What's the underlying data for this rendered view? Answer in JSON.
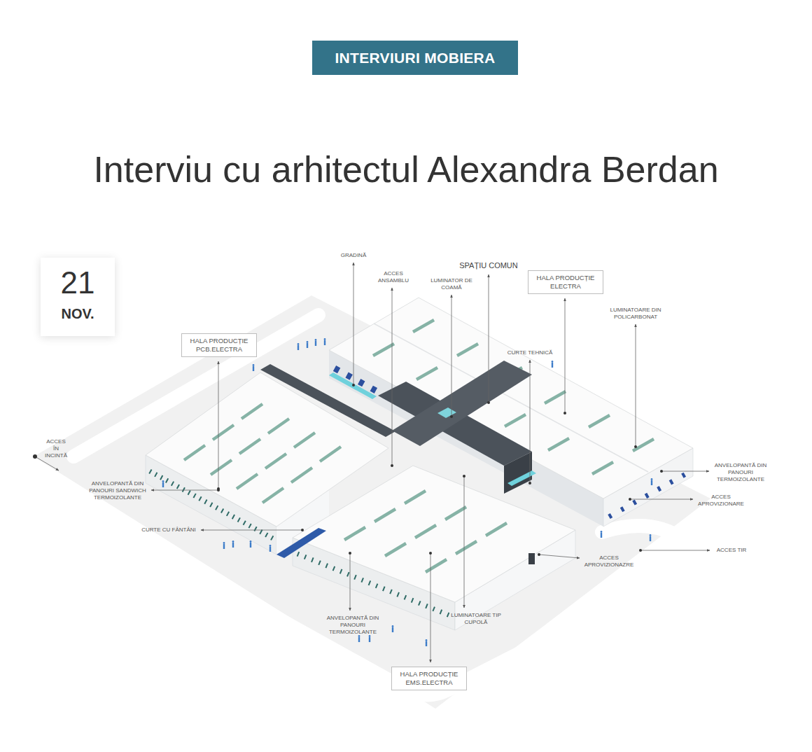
{
  "diagram": {
    "title": "Interviu cu arhitectul Alexandra Berdan",
    "nodes": [
      {
        "text": [
          "INTERVIURI MOBIERA"
        ]
      },
      {
        "text": [
          "21",
          "NOV."
        ]
      },
      {
        "text": [
          "HALA PRODUCȚIE ELECTRA"
        ]
      },
      {
        "text": [
          "HALA PRODUCȚIE PCB.ELECTRA"
        ]
      },
      {
        "text": [
          "HALA PRODUCȚIE EMS.ELECTRA"
        ]
      }
    ],
    "labels": [
      "GRADINĂ",
      "ACCES ANSAMBLU",
      "LUMINATOR DE COAMĂ",
      "SPAȚIU COMUN",
      "LUMINATOARE DIN POLICARBONAT",
      "CURTE TEHNICĂ",
      "ACCES ÎN INCINTĂ",
      "ANVELOPANTĂ DIN PANOURI SANDWICH TERMOIZOLANTE",
      "CURTE CU FÂNTÂNI",
      "ANVELOPANTĂ DIN PANOURI TERMOIZOLANTE",
      "ACCES APROVIZIONARE",
      "ACCES TIR",
      "ACCES APROVIZIONAZRE",
      "ANVELOPANTĂ DIN PANOURI TERMOIZOLANTE",
      "LUMINATOARE TIP CUPOLĂ"
    ]
  }
}
